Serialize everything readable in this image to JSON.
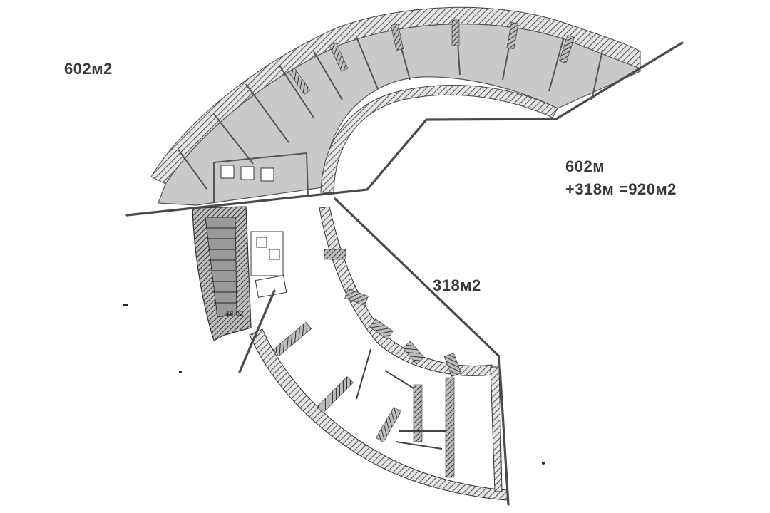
{
  "annotations": {
    "upper_section_area": "602м2",
    "lower_section_area": "318м2",
    "total_line_1": "602м",
    "total_line_2": "+318м =920м2"
  },
  "room_labels": {
    "stair_room": "48.02"
  },
  "colors": {
    "upper_section_fill": "#c8c8c8",
    "lower_section_fill": "#ffffff",
    "wall_hatch": "#555555",
    "stair_fill": "#7a7a7a",
    "divider_line": "#4a4a4a"
  }
}
